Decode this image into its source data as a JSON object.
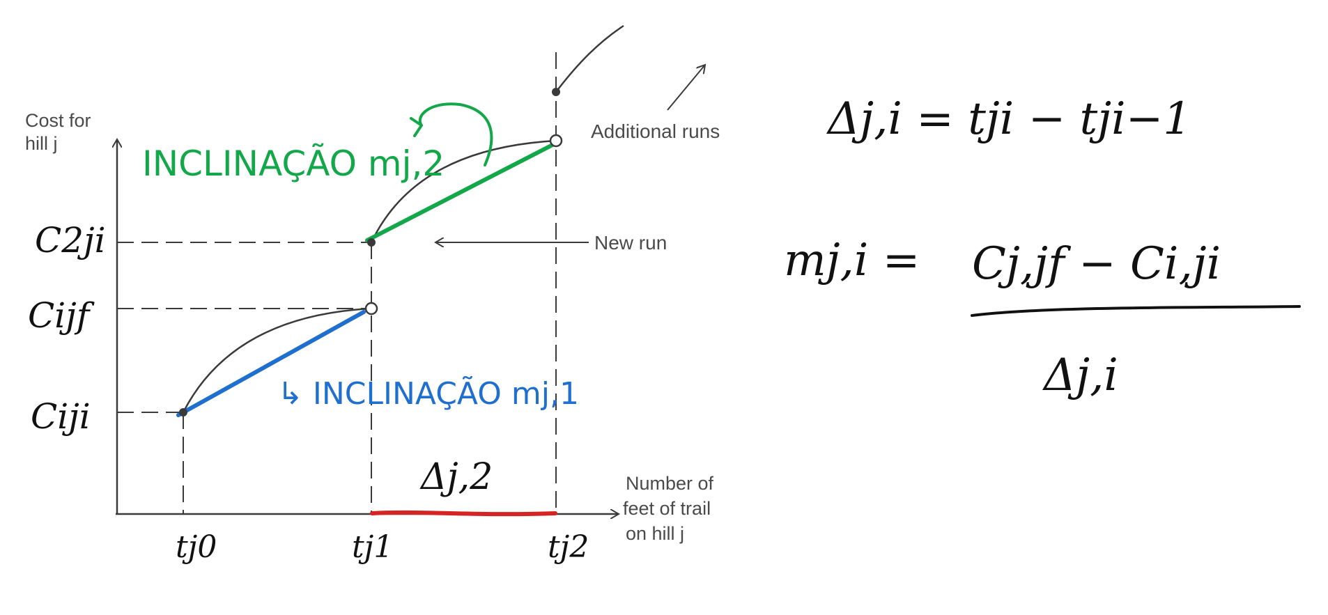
{
  "figure": {
    "y_axis_label_line1": "Cost for",
    "y_axis_label_line2": "hill j",
    "x_axis_label_line1": "Number of",
    "x_axis_label_line2": "feet of  trail",
    "x_axis_label_line3": "on hill j",
    "new_run_label": "New run",
    "additional_runs_label": "Additional runs"
  },
  "handwritten": {
    "y_ticks": [
      "C2ji",
      "Cijf",
      "Ciji"
    ],
    "x_ticks": [
      "tj0",
      "tj1",
      "tj2"
    ],
    "slope_green": "INCLINAÇÃO mj,2",
    "slope_blue": "↳ INCLINAÇÃO mj,1",
    "delta_red": "Δj,2",
    "equation1": "Δj,i = tji − tji−1",
    "equation2_numerator": "Cj,jf − Ci,ji",
    "equation2_lhs": "mj,i =",
    "equation2_denominator": "Δj,i"
  },
  "colors": {
    "printed_curve": "#3a3a3a",
    "green_annotation": "#12a84a",
    "blue_annotation": "#1f6fcf",
    "red_annotation": "#d42424",
    "ink": "#111111"
  }
}
